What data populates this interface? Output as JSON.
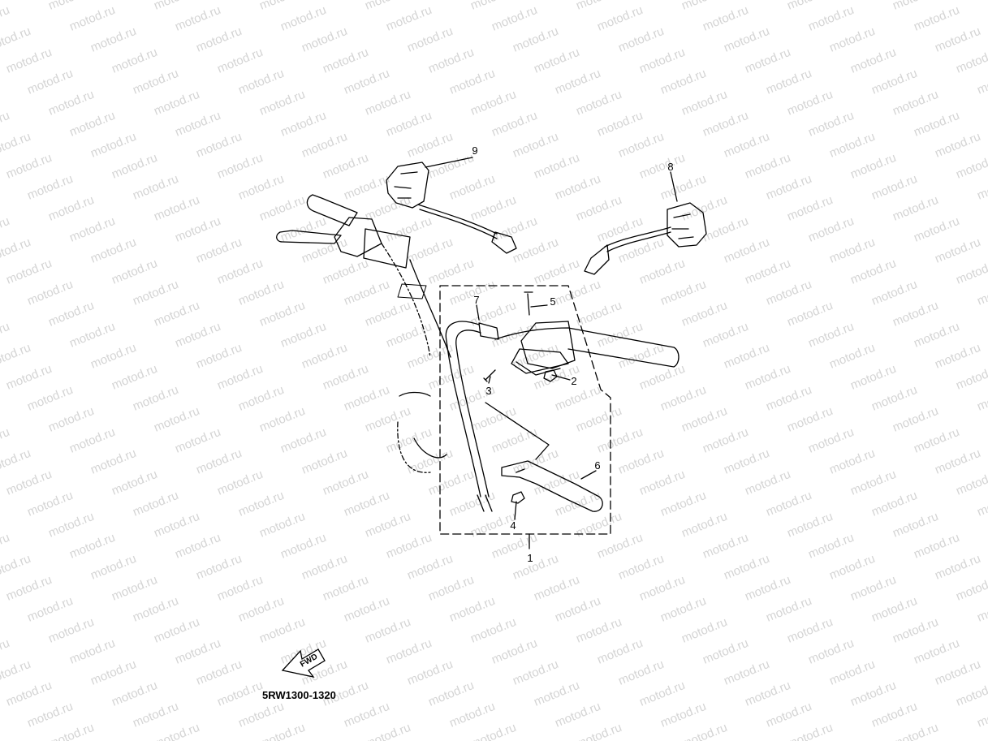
{
  "watermark": {
    "text": "motod.ru",
    "color": "#d4d4d4"
  },
  "diagram_code": "5RW1300-1320",
  "direction_marker": {
    "label": "FWD",
    "icon": "forward-arrow-icon"
  },
  "callouts": [
    {
      "id": "1",
      "label": "1"
    },
    {
      "id": "2",
      "label": "2"
    },
    {
      "id": "3",
      "label": "3"
    },
    {
      "id": "4",
      "label": "4"
    },
    {
      "id": "5",
      "label": "5"
    },
    {
      "id": "6",
      "label": "6"
    },
    {
      "id": "7",
      "label": "7"
    },
    {
      "id": "8",
      "label": "8"
    },
    {
      "id": "9",
      "label": "9"
    }
  ]
}
